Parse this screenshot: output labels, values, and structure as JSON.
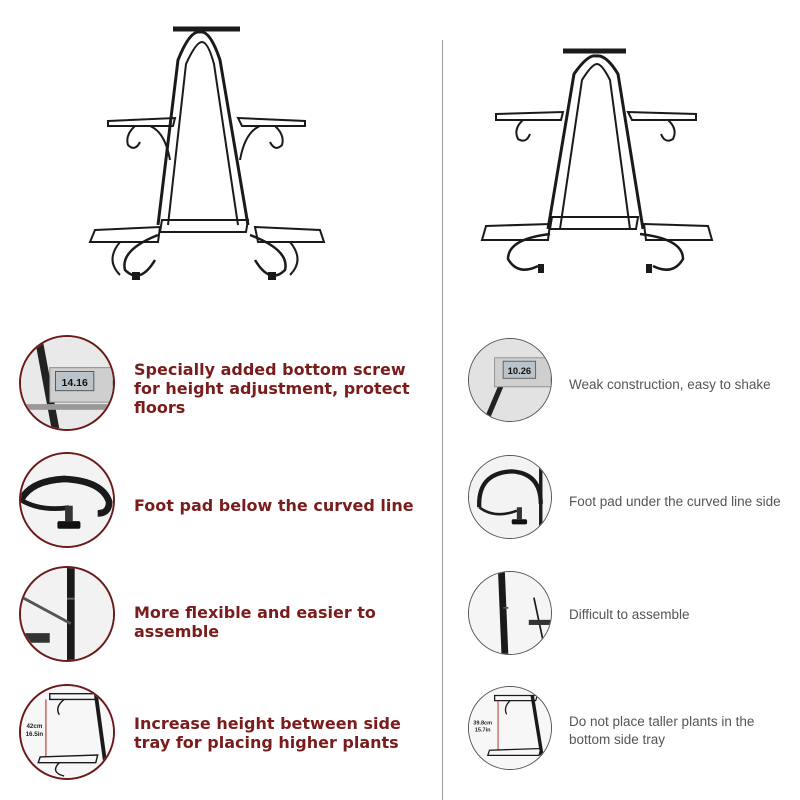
{
  "left_features": [
    {
      "text": "Specially added bottom screw for height adjustment, protect floors",
      "caliper_reading": "14.16"
    },
    {
      "text": "Foot pad below the curved line"
    },
    {
      "text": "More flexible and easier to assemble"
    },
    {
      "text": "Increase height between side tray for placing higher plants",
      "height_cm": "42cm",
      "height_in": "16.5in"
    }
  ],
  "right_features": [
    {
      "text": "Weak construction, easy to shake",
      "caliper_reading": "10.26"
    },
    {
      "text": "Foot pad under the curved line side"
    },
    {
      "text": "Difficult to assemble"
    },
    {
      "text": "Do not place taller plants in the bottom side tray",
      "height_cm": "39.8cm",
      "height_in": "15.7in"
    }
  ],
  "colors": {
    "accent": "#7a1c1c",
    "muted_text": "#555555",
    "divider": "#9a9a9a",
    "metal": "#1a1a1a"
  }
}
